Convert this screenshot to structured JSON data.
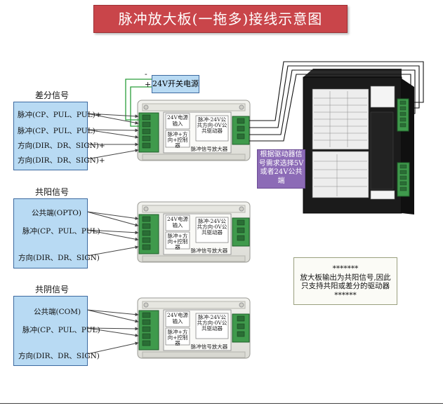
{
  "title": "脉冲放大板(一拖多)接线示意图",
  "power": {
    "label": "24V开关电源",
    "minus": "-",
    "plus": "+"
  },
  "sections": {
    "differential": {
      "label": "差分信号",
      "lines": [
        "脉冲(CP、PUL、PUL)+",
        "脉冲(CP、PUL、PUL)-",
        "方向(DIR、DR、SIGN)+",
        "方向(DIR、DR、SIGN)+"
      ]
    },
    "common_anode": {
      "label": "共阳信号",
      "lines": [
        "公共端(OPTO)",
        "脉冲(CP、PUL、PUL)",
        "方向(DIR、DR、SIGN)"
      ]
    },
    "common_cathode": {
      "label": "共阴信号",
      "lines": [
        "公共端(COM)",
        "脉冲(CP、PUL、PUL)",
        "方向(DIR、DR、SIGN)"
      ]
    }
  },
  "board": {
    "power_label": "24V电源输入",
    "input_label": "脉冲+方向+控制器",
    "output_label": "脉冲-24V公共方向-0V公共驱动器",
    "name": "脉冲信号放大器"
  },
  "driver_note": "根据驱动器信号需求选择5V或者24V公共端",
  "info_note": {
    "stars_top": "*******",
    "text": "放大板输出为共阳信号,因此只支持共阳或差分的驱动器",
    "stars_bottom": "******"
  },
  "colors": {
    "title_bg": "#c9454a",
    "signal_box": "#b8daf3",
    "note_purple": "#8c6bb6",
    "terminal_green": "#3f9a4c",
    "power_wire": "#2a9d3a",
    "driver_body": "#1b1b1b"
  }
}
